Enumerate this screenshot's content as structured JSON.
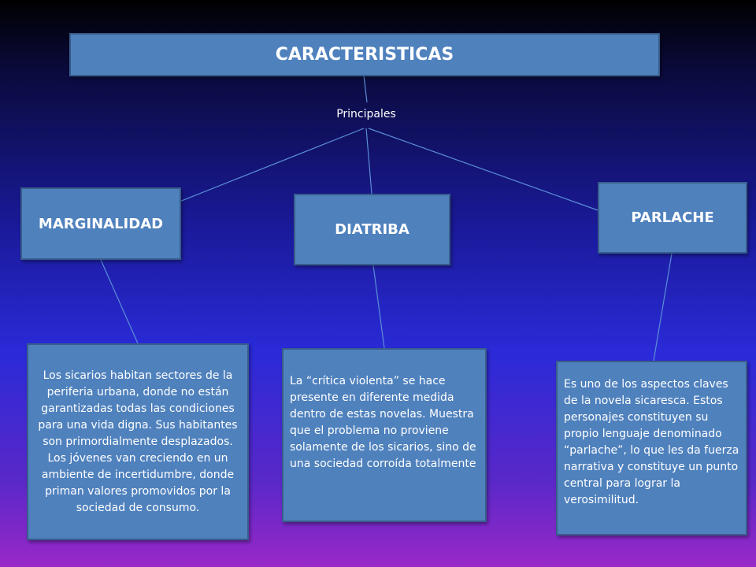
{
  "title": "CARACTERISTICAS",
  "connector_label": "Principales",
  "categories": [
    {
      "label": "MARGINALIDAD",
      "description": "Los sicarios habitan sectores de la periferia urbana, donde no están garantizadas todas las condiciones para una vida digna. Sus habitantes son primordialmente desplazados. Los jóvenes van creciendo en un ambiente de incertidumbre, donde priman valores promovidos por la sociedad de consumo."
    },
    {
      "label": "DIATRIBA",
      "description": "La “crítica violenta” se hace presente en diferente medida dentro de estas novelas. Muestra que el problema no proviene solamente de los sicarios, sino de una sociedad corroída totalmente"
    },
    {
      "label": "PARLACHE",
      "description": "Es uno de los aspectos claves de la novela sicaresca. Estos personajes constituyen su propio lenguaje denominado “parlache”, lo que les da fuerza narrativa y constituye un punto central para lograr la verosimilitud."
    }
  ],
  "colors": {
    "box_fill": "#4f81bd",
    "box_border": "#385d8a",
    "line": "#5b8fd6",
    "text": "#ffffff"
  }
}
